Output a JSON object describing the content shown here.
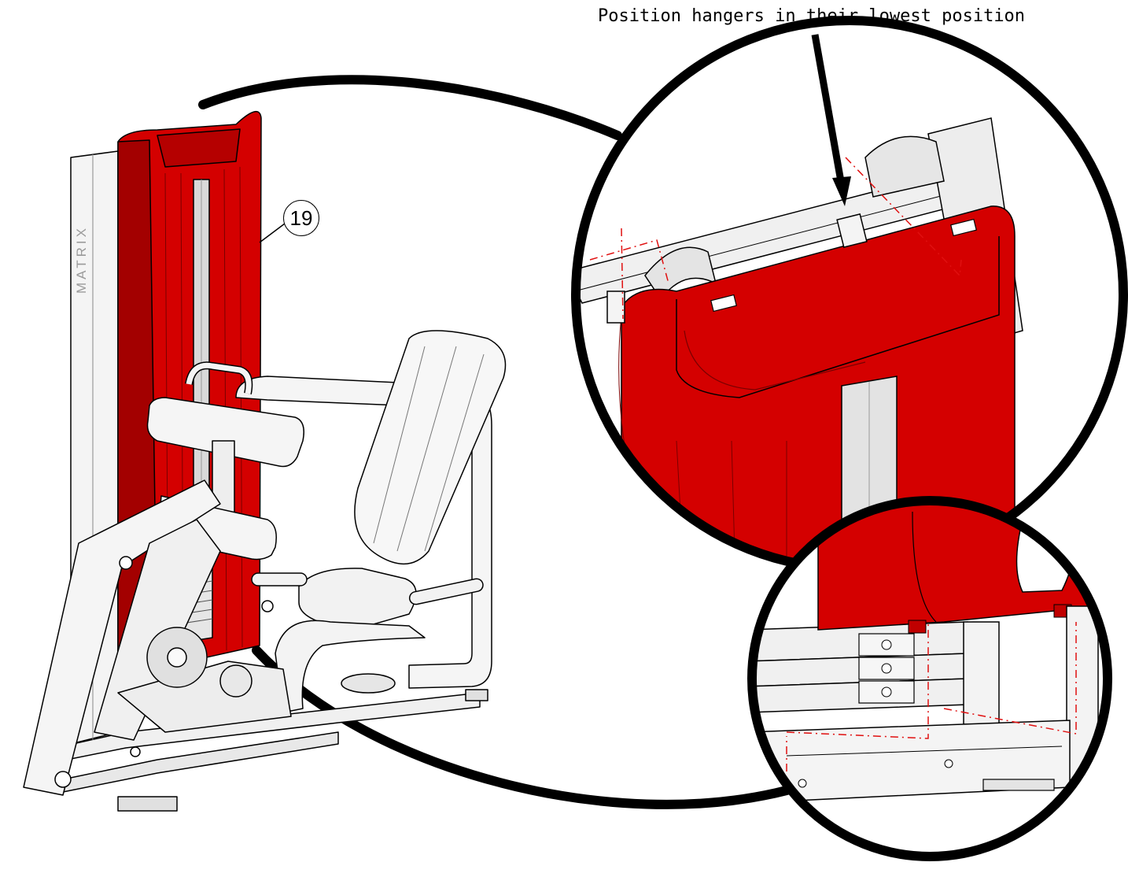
{
  "figure": {
    "instruction": "Position hangers in their lowest position",
    "part_callout": "19",
    "brand_mark": "MATRIX"
  },
  "colors": {
    "shroud_red": "#d40000",
    "shroud_dark_red": "#a30000",
    "frame_white": "#f2f2f2",
    "outline": "#000000",
    "centerline_red": "#e01010"
  },
  "icons": [
    "arrow-icon",
    "magnifier-circle-icon",
    "leader-line-icon"
  ]
}
